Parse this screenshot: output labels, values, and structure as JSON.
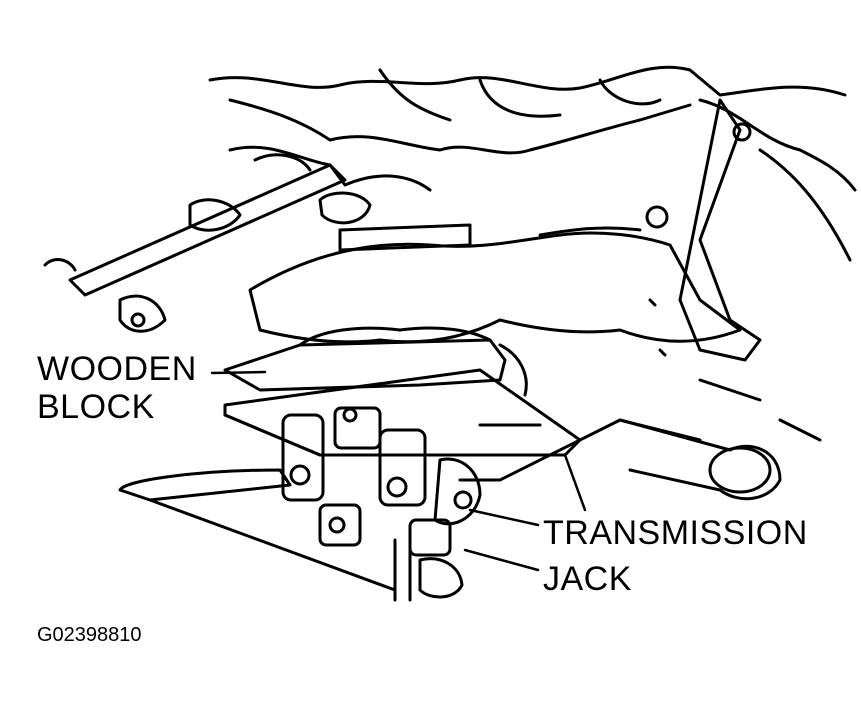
{
  "labels": {
    "wooden_block_line1": "WOODEN",
    "wooden_block_line2": "BLOCK",
    "transmission_jack_line1": "TRANSMISSION",
    "transmission_jack_line2": "JACK"
  },
  "figure_code": "G02398810",
  "colors": {
    "ink": "#000000",
    "paper": "#ffffff"
  }
}
